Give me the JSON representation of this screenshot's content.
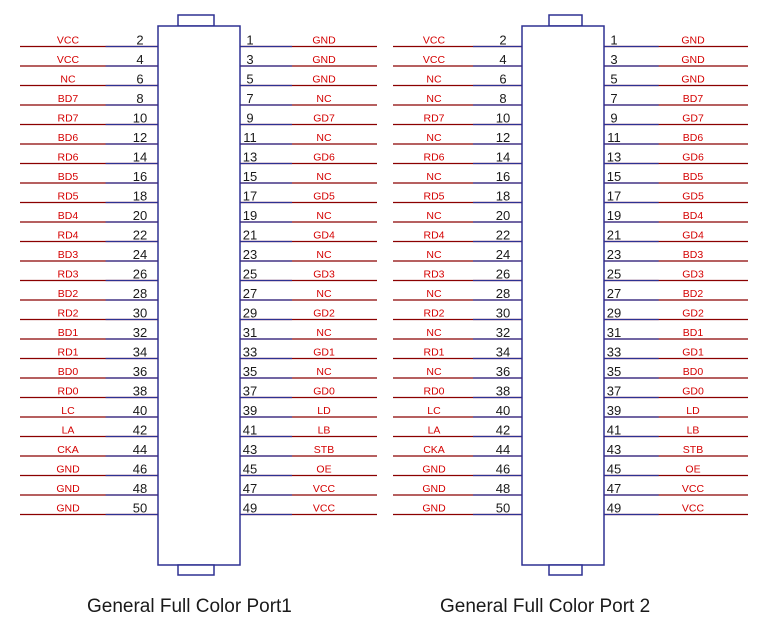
{
  "colors": {
    "line": "#8b0000",
    "line_alt": "#2e3192",
    "signal_text": "#d40000",
    "pin_text": "#1a1a1a",
    "body_stroke": "#2e3192"
  },
  "connectors": [
    {
      "caption": "General Full Color Port1",
      "left_pins": [
        {
          "label": "VCC",
          "num": "2"
        },
        {
          "label": "VCC",
          "num": "4"
        },
        {
          "label": "NC",
          "num": "6"
        },
        {
          "label": "BD7",
          "num": "8"
        },
        {
          "label": "RD7",
          "num": "10"
        },
        {
          "label": "BD6",
          "num": "12"
        },
        {
          "label": "RD6",
          "num": "14"
        },
        {
          "label": "BD5",
          "num": "16"
        },
        {
          "label": "RD5",
          "num": "18"
        },
        {
          "label": "BD4",
          "num": "20"
        },
        {
          "label": "RD4",
          "num": "22"
        },
        {
          "label": "BD3",
          "num": "24"
        },
        {
          "label": "RD3",
          "num": "26"
        },
        {
          "label": "BD2",
          "num": "28"
        },
        {
          "label": "RD2",
          "num": "30"
        },
        {
          "label": "BD1",
          "num": "32"
        },
        {
          "label": "RD1",
          "num": "34"
        },
        {
          "label": "BD0",
          "num": "36"
        },
        {
          "label": "RD0",
          "num": "38"
        },
        {
          "label": "LC",
          "num": "40"
        },
        {
          "label": "LA",
          "num": "42"
        },
        {
          "label": "CKA",
          "num": "44"
        },
        {
          "label": "GND",
          "num": "46"
        },
        {
          "label": "GND",
          "num": "48"
        },
        {
          "label": "GND",
          "num": "50"
        }
      ],
      "right_pins": [
        {
          "label": "GND",
          "num": "1"
        },
        {
          "label": "GND",
          "num": "3"
        },
        {
          "label": "GND",
          "num": "5"
        },
        {
          "label": "NC",
          "num": "7"
        },
        {
          "label": "GD7",
          "num": "9"
        },
        {
          "label": "NC",
          "num": "11"
        },
        {
          "label": "GD6",
          "num": "13"
        },
        {
          "label": "NC",
          "num": "15"
        },
        {
          "label": "GD5",
          "num": "17"
        },
        {
          "label": "NC",
          "num": "19"
        },
        {
          "label": "GD4",
          "num": "21"
        },
        {
          "label": "NC",
          "num": "23"
        },
        {
          "label": "GD3",
          "num": "25"
        },
        {
          "label": "NC",
          "num": "27"
        },
        {
          "label": "GD2",
          "num": "29"
        },
        {
          "label": "NC",
          "num": "31"
        },
        {
          "label": "GD1",
          "num": "33"
        },
        {
          "label": "NC",
          "num": "35"
        },
        {
          "label": "GD0",
          "num": "37"
        },
        {
          "label": "LD",
          "num": "39"
        },
        {
          "label": "LB",
          "num": "41"
        },
        {
          "label": "STB",
          "num": "43"
        },
        {
          "label": "OE",
          "num": "45"
        },
        {
          "label": "VCC",
          "num": "47"
        },
        {
          "label": "VCC",
          "num": "49"
        }
      ]
    },
    {
      "caption": "General Full Color Port 2",
      "left_pins": [
        {
          "label": "VCC",
          "num": "2"
        },
        {
          "label": "VCC",
          "num": "4"
        },
        {
          "label": "NC",
          "num": "6"
        },
        {
          "label": "NC",
          "num": "8"
        },
        {
          "label": "RD7",
          "num": "10"
        },
        {
          "label": "NC",
          "num": "12"
        },
        {
          "label": "RD6",
          "num": "14"
        },
        {
          "label": "NC",
          "num": "16"
        },
        {
          "label": "RD5",
          "num": "18"
        },
        {
          "label": "NC",
          "num": "20"
        },
        {
          "label": "RD4",
          "num": "22"
        },
        {
          "label": "NC",
          "num": "24"
        },
        {
          "label": "RD3",
          "num": "26"
        },
        {
          "label": "NC",
          "num": "28"
        },
        {
          "label": "RD2",
          "num": "30"
        },
        {
          "label": "NC",
          "num": "32"
        },
        {
          "label": "RD1",
          "num": "34"
        },
        {
          "label": "NC",
          "num": "36"
        },
        {
          "label": "RD0",
          "num": "38"
        },
        {
          "label": "LC",
          "num": "40"
        },
        {
          "label": "LA",
          "num": "42"
        },
        {
          "label": "CKA",
          "num": "44"
        },
        {
          "label": "GND",
          "num": "46"
        },
        {
          "label": "GND",
          "num": "48"
        },
        {
          "label": "GND",
          "num": "50"
        }
      ],
      "right_pins": [
        {
          "label": "GND",
          "num": "1"
        },
        {
          "label": "GND",
          "num": "3"
        },
        {
          "label": "GND",
          "num": "5"
        },
        {
          "label": "BD7",
          "num": "7"
        },
        {
          "label": "GD7",
          "num": "9"
        },
        {
          "label": "BD6",
          "num": "11"
        },
        {
          "label": "GD6",
          "num": "13"
        },
        {
          "label": "BD5",
          "num": "15"
        },
        {
          "label": "GD5",
          "num": "17"
        },
        {
          "label": "BD4",
          "num": "19"
        },
        {
          "label": "GD4",
          "num": "21"
        },
        {
          "label": "BD3",
          "num": "23"
        },
        {
          "label": "GD3",
          "num": "25"
        },
        {
          "label": "BD2",
          "num": "27"
        },
        {
          "label": "GD2",
          "num": "29"
        },
        {
          "label": "BD1",
          "num": "31"
        },
        {
          "label": "GD1",
          "num": "33"
        },
        {
          "label": "BD0",
          "num": "35"
        },
        {
          "label": "GD0",
          "num": "37"
        },
        {
          "label": "LD",
          "num": "39"
        },
        {
          "label": "LB",
          "num": "41"
        },
        {
          "label": "STB",
          "num": "43"
        },
        {
          "label": "OE",
          "num": "45"
        },
        {
          "label": "VCC",
          "num": "47"
        },
        {
          "label": "VCC",
          "num": "49"
        }
      ]
    }
  ]
}
